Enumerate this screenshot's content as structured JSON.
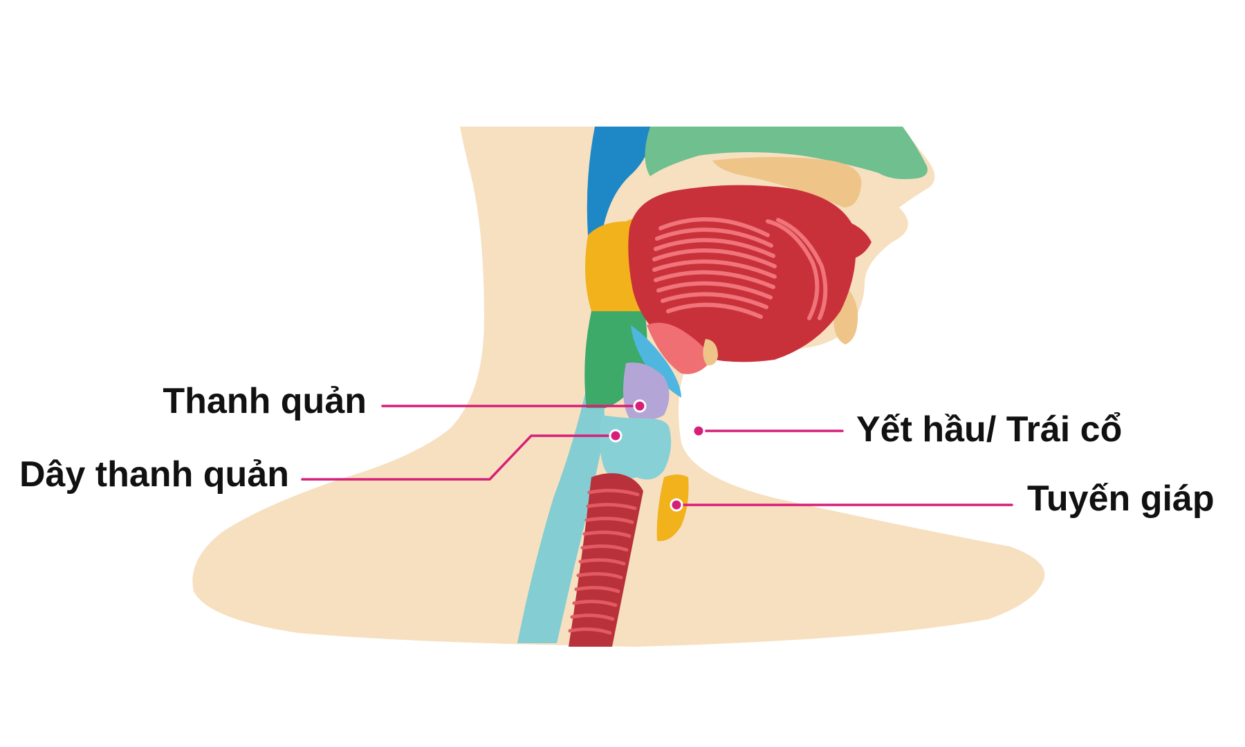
{
  "labels": {
    "larynx": "Thanh quản",
    "vocal_cords": "Dây thanh quản",
    "adams_apple": "Yết hầu/ Trái cổ",
    "thyroid": "Tuyến giáp"
  },
  "colors": {
    "skin": "#f7e0c0",
    "pointer": "#d61f79",
    "label_text": "#111111",
    "tongue": "#c9313a",
    "tongue_stripes": "#f0747a",
    "trachea": "#b8313b",
    "trachea_rings": "#e25b62",
    "spine_blue": "#1e88c7",
    "spine_teal": "#83cdd3",
    "vertebra_orange": "#f2b21c",
    "vertebra_green": "#3daa6a",
    "nasal_green": "#6fbf8f",
    "larynx_purple": "#b3a6d6",
    "vocal_teal": "#87d1d6",
    "thyroid_orange": "#f2b21c",
    "palate_tan": "#eec488",
    "pink_tissue": "#f06f73",
    "light_blue": "#4fb6e0"
  },
  "icons": {
    "pointer_end": "dot-marker-icon"
  }
}
